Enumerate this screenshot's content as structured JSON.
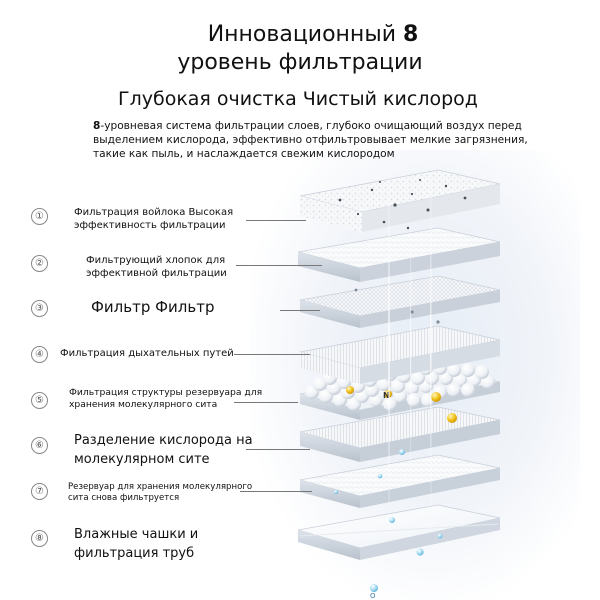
{
  "header": {
    "title_line1_text": "Инновационный",
    "title_line1_number": "8",
    "title_line2": "уровень фильтрации",
    "subtitle": "Глубокая очистка Чистый кислород",
    "description_bold": "8",
    "description_rest": "-уровневая система фильтрации слоев, глубоко очищающий воздух перед выделением кислорода, эффективно отфильтровывает мелкие загрязнения, такие как пыль, и наслаждается свежим кислородом"
  },
  "layers": [
    {
      "num": "①",
      "label_line1": "Фильтрация войлока Высокая",
      "label_line2": "эффективность фильтрации",
      "style": "small"
    },
    {
      "num": "②",
      "label_line1": "Фильтрующий хлопок для",
      "label_line2": "эффективной фильтрации",
      "style": "small"
    },
    {
      "num": "③",
      "label_line1": "Фильтр Фильтр",
      "label_line2": "",
      "style": "huge"
    },
    {
      "num": "④",
      "label_line1": "Фильтрация дыхательных путей",
      "label_line2": "",
      "style": "small"
    },
    {
      "num": "⑤",
      "label_line1": "Фильтрация структуры резервуара для",
      "label_line2": "хранения молекулярного сита",
      "style": "small"
    },
    {
      "num": "⑥",
      "label_line1": "Разделение кислорода на",
      "label_line2": "молекулярном сите",
      "style": "big"
    },
    {
      "num": "⑦",
      "label_line1": "Резервуар для хранения молекулярного",
      "label_line2": "сита снова фильтруется",
      "style": "tiny"
    },
    {
      "num": "⑧",
      "label_line1": "Влажные чашки и",
      "label_line2": "фильтрация труб",
      "style": "big"
    }
  ],
  "molecule_labels": {
    "nitrogen": "N",
    "oxygen": "O"
  },
  "colors": {
    "background": "#ffffff",
    "text": "#111111",
    "layer_white": "#fbfcfe",
    "layer_edge": "#c9d0da",
    "glow": "#e6edf6",
    "nitrogen_gold": "#f2c21b",
    "oxygen_blue": "#7fc8ea"
  }
}
